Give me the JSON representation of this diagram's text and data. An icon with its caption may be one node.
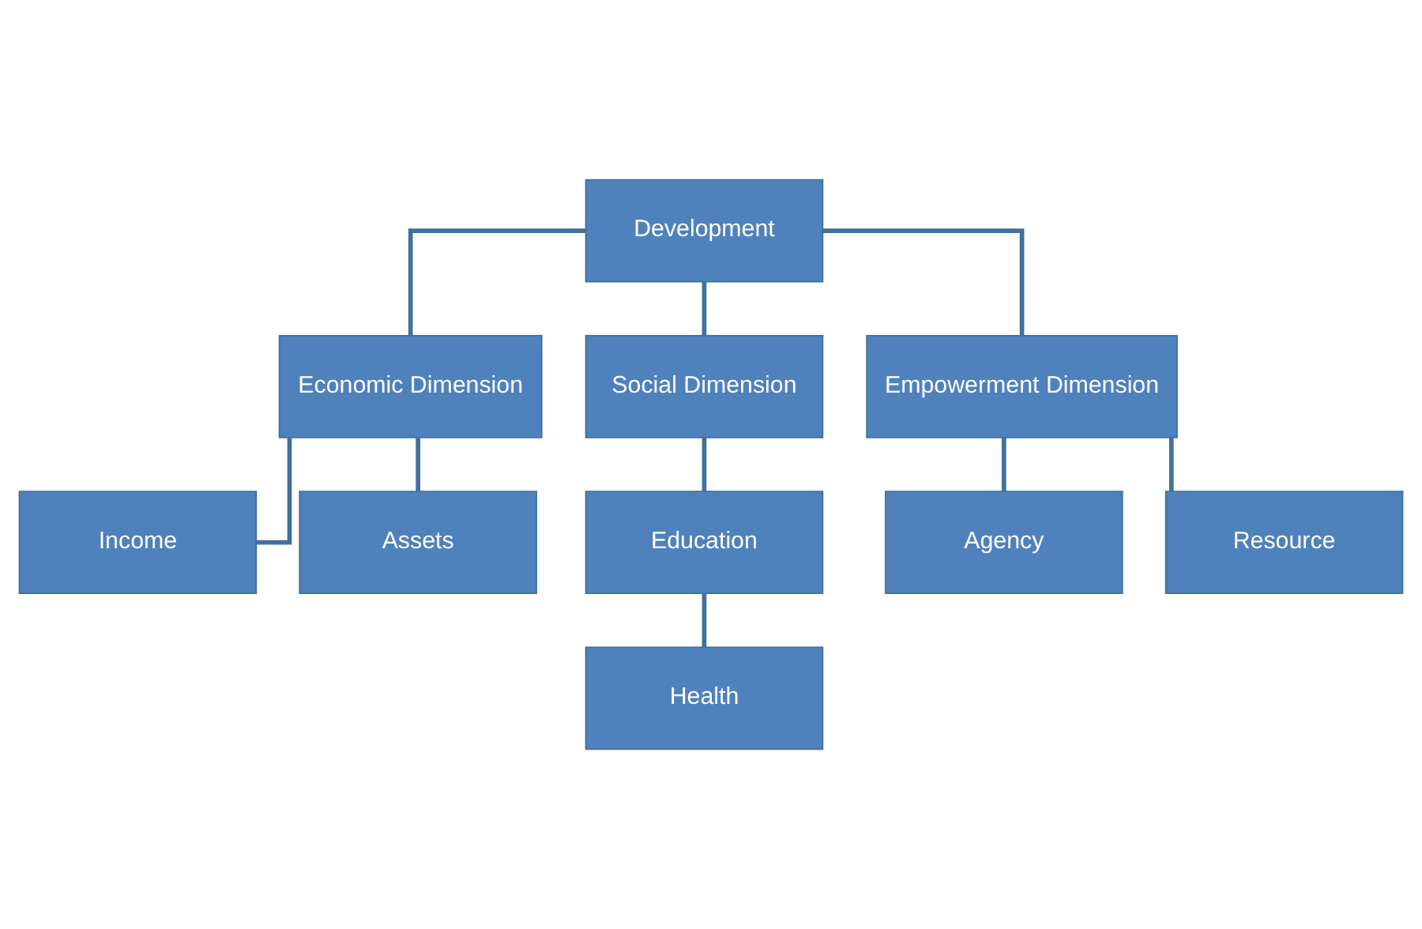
{
  "diagram": {
    "nodes": [
      {
        "text": [
          "Development"
        ]
      },
      {
        "text": [
          "Economic Dimension"
        ]
      },
      {
        "text": [
          "Social Dimension"
        ]
      },
      {
        "text": [
          "Empowerment Dimension"
        ]
      },
      {
        "text": [
          "Income"
        ]
      },
      {
        "text": [
          "Assets"
        ]
      },
      {
        "text": [
          "Education"
        ]
      },
      {
        "text": [
          "Health"
        ]
      },
      {
        "text": [
          "Agency"
        ]
      },
      {
        "text": [
          "Resource"
        ]
      }
    ],
    "edges": [
      {
        "from": 0,
        "to": 1,
        "arrow": "none"
      },
      {
        "from": 0,
        "to": 2,
        "arrow": "none"
      },
      {
        "from": 0,
        "to": 3,
        "arrow": "none"
      },
      {
        "from": 1,
        "to": 4,
        "arrow": "none"
      },
      {
        "from": 1,
        "to": 5,
        "arrow": "none"
      },
      {
        "from": 2,
        "to": 6,
        "arrow": "none"
      },
      {
        "from": 6,
        "to": 7,
        "arrow": "none"
      },
      {
        "from": 3,
        "to": 8,
        "arrow": "none"
      },
      {
        "from": 3,
        "to": 9,
        "arrow": "none"
      }
    ]
  }
}
